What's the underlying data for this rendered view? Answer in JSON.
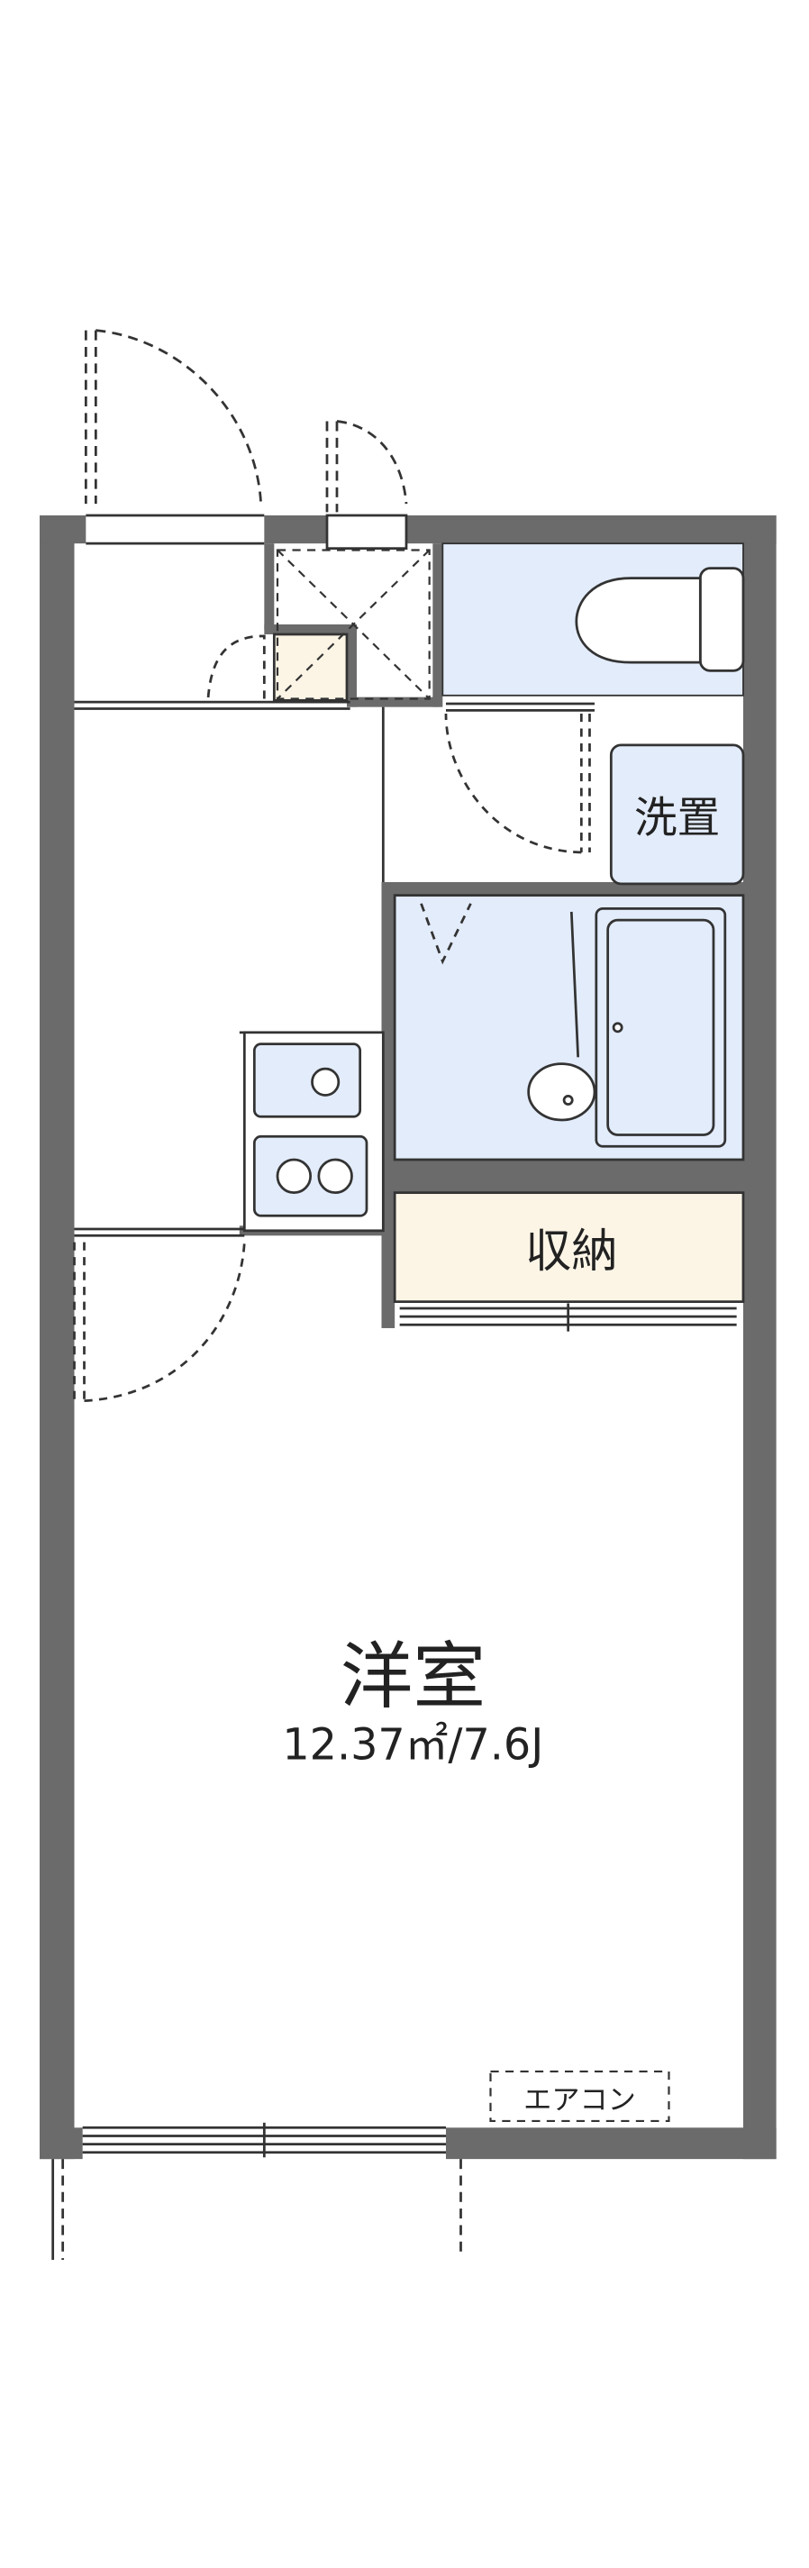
{
  "labels": {
    "washer": "洗置",
    "storage": "収納",
    "room_name": "洋室",
    "room_size": "12.37㎡/7.6J",
    "aircon": "エアコン"
  },
  "colors": {
    "wall": "#6b6b6c",
    "wet_area": "#e3ecfb",
    "storage_fill": "#fcf5e6",
    "line": "#333333"
  },
  "icons": [
    "toilet-icon",
    "bathtub-icon",
    "washbasin-icon",
    "sink-icon",
    "stove-icon",
    "shoe-cabinet-icon"
  ]
}
